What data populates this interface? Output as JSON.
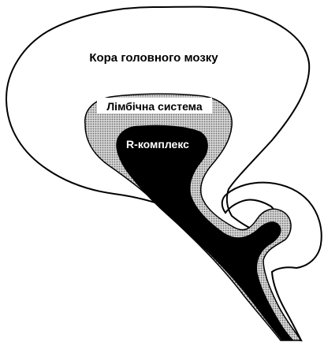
{
  "labels": {
    "cortex": "Кора головного мозку",
    "limbic": "Лімбічна система",
    "r_complex": "R-комплекс"
  },
  "colors": {
    "background": "#ffffff",
    "outline": "#000000",
    "limbic_fill_base": "#d8d8d8",
    "limbic_fill_dots": "#6a6a6a",
    "r_complex_fill": "#000000"
  }
}
